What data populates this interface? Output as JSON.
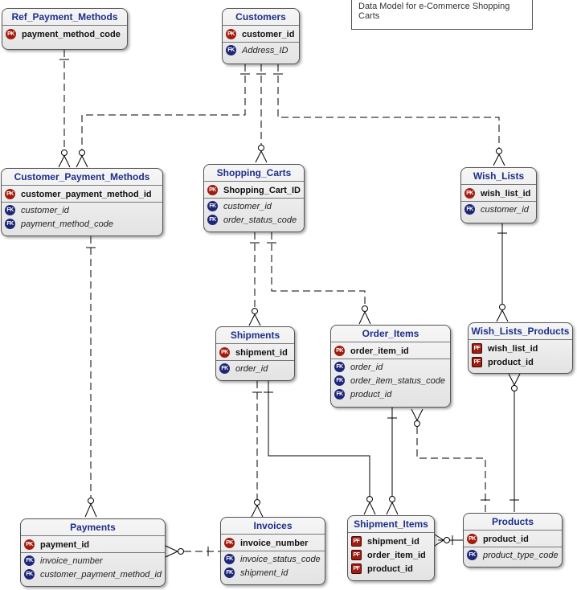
{
  "diagram": {
    "title": "Data Model for e-Commerce Shopping Carts"
  },
  "badges": {
    "pk": "PK",
    "fk": "FK",
    "pf": "PF"
  },
  "entities": {
    "ref_payment_methods": {
      "name": "Ref_Payment_Methods",
      "keys": [
        {
          "name": "payment_method_code",
          "badge": "PK"
        }
      ],
      "fks": []
    },
    "customers": {
      "name": "Customers",
      "keys": [
        {
          "name": "customer_id",
          "badge": "PK"
        }
      ],
      "fks": [
        {
          "name": "Address_ID",
          "badge": "FK"
        }
      ]
    },
    "customer_payment_methods": {
      "name": "Customer_Payment_Methods",
      "keys": [
        {
          "name": "customer_payment_method_id",
          "badge": "PK"
        }
      ],
      "fks": [
        {
          "name": "customer_id",
          "badge": "FK"
        },
        {
          "name": "payment_method_code",
          "badge": "FK"
        }
      ]
    },
    "shopping_carts": {
      "name": "Shopping_Carts",
      "keys": [
        {
          "name": "Shopping_Cart_ID",
          "badge": "PK"
        }
      ],
      "fks": [
        {
          "name": "customer_id",
          "badge": "FK"
        },
        {
          "name": "order_status_code",
          "badge": "FK"
        }
      ]
    },
    "wish_lists": {
      "name": "Wish_Lists",
      "keys": [
        {
          "name": "wish_list_id",
          "badge": "PK"
        }
      ],
      "fks": [
        {
          "name": "customer_id",
          "badge": "FK"
        }
      ]
    },
    "shipments": {
      "name": "Shipments",
      "keys": [
        {
          "name": "shipment_id",
          "badge": "PK"
        }
      ],
      "fks": [
        {
          "name": "order_id",
          "badge": "FK"
        }
      ]
    },
    "order_items": {
      "name": "Order_Items",
      "keys": [
        {
          "name": "order_item_id",
          "badge": "PK"
        }
      ],
      "fks": [
        {
          "name": "order_id",
          "badge": "FK"
        },
        {
          "name": "order_item_status_code",
          "badge": "FK"
        },
        {
          "name": "product_id",
          "badge": "FK"
        }
      ]
    },
    "wish_lists_products": {
      "name": "Wish_Lists_Products",
      "keys": [
        {
          "name": "wish_list_id",
          "badge": "PF"
        },
        {
          "name": "product_id",
          "badge": "PF"
        }
      ],
      "fks": []
    },
    "payments": {
      "name": "Payments",
      "keys": [
        {
          "name": "payment_id",
          "badge": "PK"
        }
      ],
      "fks": [
        {
          "name": "invoice_number",
          "badge": "FK"
        },
        {
          "name": "customer_payment_method_id",
          "badge": "FK"
        }
      ]
    },
    "invoices": {
      "name": "Invoices",
      "keys": [
        {
          "name": "invoice_number",
          "badge": "PK"
        }
      ],
      "fks": [
        {
          "name": "invoice_status_code",
          "badge": "FK"
        },
        {
          "name": "shipment_id",
          "badge": "FK"
        }
      ]
    },
    "shipment_items": {
      "name": "Shipment_Items",
      "keys": [
        {
          "name": "shipment_id",
          "badge": "PF"
        },
        {
          "name": "order_item_id",
          "badge": "PF"
        },
        {
          "name": "product_id",
          "badge": "PF"
        }
      ],
      "fks": []
    },
    "products": {
      "name": "Products",
      "keys": [
        {
          "name": "product_id",
          "badge": "PK"
        }
      ],
      "fks": [
        {
          "name": "product_type_code",
          "badge": "FK"
        }
      ]
    }
  }
}
